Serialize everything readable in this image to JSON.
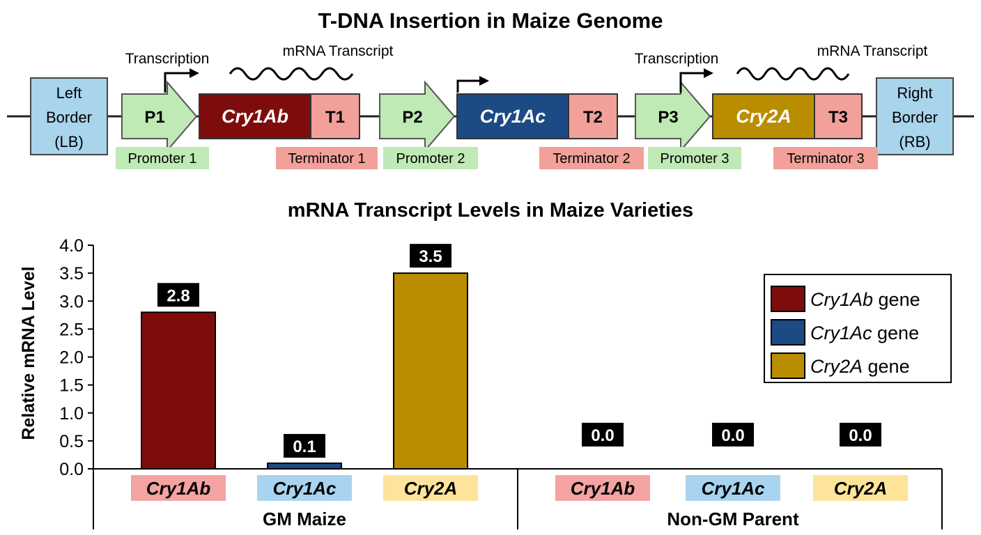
{
  "construct": {
    "title": "T-DNA Insertion in Maize Genome",
    "left_border": [
      "Left",
      "Border",
      "(LB)"
    ],
    "right_border": [
      "Right",
      "Border",
      "(RB)"
    ],
    "cassettes": [
      {
        "promoter": "P1",
        "promoter_caption": "Promoter 1",
        "gene": "Cry1Ab",
        "terminator": "T1",
        "terminator_caption": "Terminator 1",
        "gene_color": "#7f0c0c"
      },
      {
        "promoter": "P2",
        "promoter_caption": "Promoter 2",
        "gene": "Cry1Ac",
        "terminator": "T2",
        "terminator_caption": "Terminator 2",
        "gene_color": "#1b4a84"
      },
      {
        "promoter": "P3",
        "promoter_caption": "Promoter 3",
        "gene": "Cry2A",
        "terminator": "T3",
        "terminator_caption": "Terminator 3",
        "gene_color": "#b98d00"
      }
    ],
    "transcription_label": "Transcription",
    "mrna_label": "mRNA Transcript",
    "colors": {
      "border_box": "#a8d4ec",
      "promoter": "#bfe9b5",
      "terminator": "#f2a09a"
    }
  },
  "chart_data": {
    "type": "bar",
    "title": "mRNA Transcript Levels in Maize Varieties",
    "ylabel": "Relative mRNA Level",
    "xlabel": "",
    "ylim": [
      0,
      4.0
    ],
    "yticks": [
      "0.0",
      "0.5",
      "1.0",
      "1.5",
      "2.0",
      "2.5",
      "3.0",
      "3.5",
      "4.0"
    ],
    "groups": [
      {
        "name": "GM Maize",
        "categories": [
          "Cry1Ab",
          "Cry1Ac",
          "Cry2A"
        ],
        "values": [
          2.8,
          0.1,
          3.5
        ],
        "labels": [
          "2.8",
          "0.1",
          "3.5"
        ]
      },
      {
        "name": "Non-GM Parent",
        "categories": [
          "Cry1Ab",
          "Cry1Ac",
          "Cry2A"
        ],
        "values": [
          0.0,
          0.0,
          0.0
        ],
        "labels": [
          "0.0",
          "0.0",
          "0.0"
        ]
      }
    ],
    "legend": [
      {
        "gene": "Cry1Ab",
        "suffix": " gene",
        "color": "#7f0c0c"
      },
      {
        "gene": "Cry1Ac",
        "suffix": " gene",
        "color": "#1b4a84"
      },
      {
        "gene": "Cry2A",
        "suffix": " gene",
        "color": "#b98d00"
      }
    ],
    "legend_position": "top-right",
    "category_label_colors": {
      "Cry1Ab": "#f4a3a3",
      "Cry1Ac": "#a9d4ef",
      "Cry2A": "#fde49a"
    },
    "series_colors": {
      "Cry1Ab": "#7f0c0c",
      "Cry1Ac": "#1b4a84",
      "Cry2A": "#b98d00"
    },
    "grid": false
  }
}
